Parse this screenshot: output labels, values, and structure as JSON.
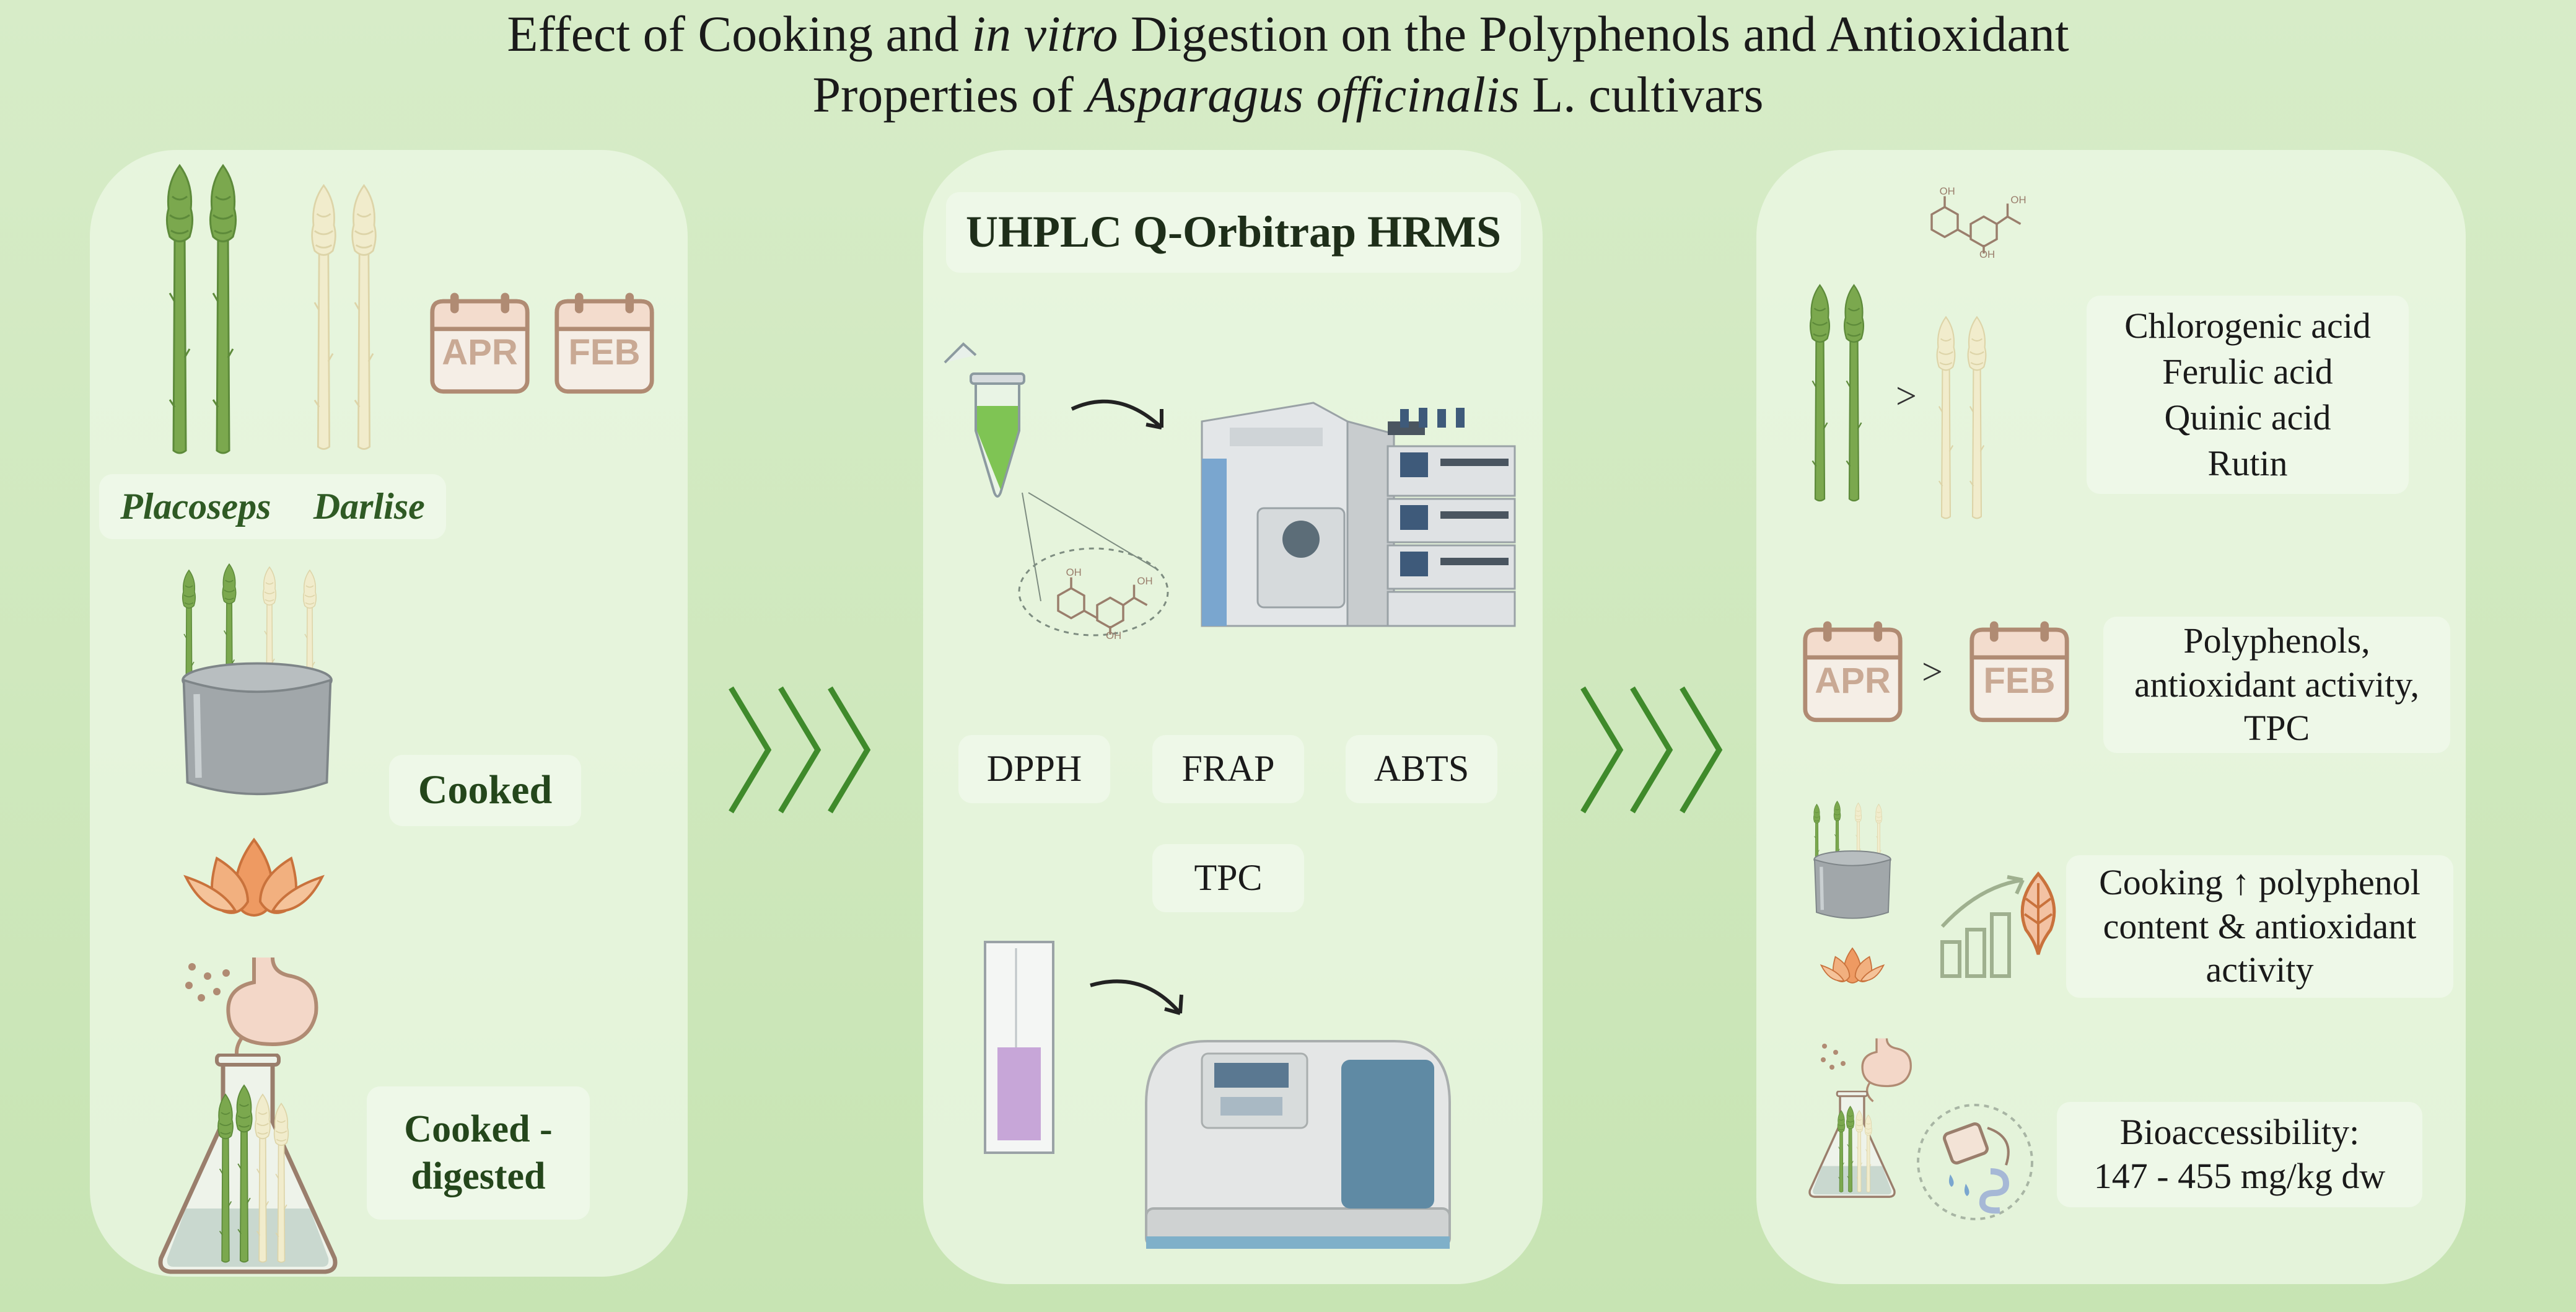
{
  "title": {
    "line1_a": "Effect of Cooking and ",
    "line1_italic": "in vitro",
    "line1_b": " Digestion on the Polyphenols and Antioxidant",
    "line2_a": "Properties of ",
    "line2_italic": "Asparagus officinalis",
    "line2_b": " L. cultivars"
  },
  "left_panel": {
    "cultivar_1": "Placoseps",
    "cultivar_2": "Darlise",
    "calendar_1": "APR",
    "calendar_2": "FEB",
    "cooked_label": "Cooked",
    "digested_label": "Cooked - digested"
  },
  "middle_panel": {
    "instrument_label": "UHPLC Q-Orbitrap HRMS",
    "assays": [
      "DPPH",
      "FRAP",
      "ABTS",
      "TPC"
    ]
  },
  "right_panel": {
    "compounds": [
      "Chlorogenic acid",
      "Ferulic acid",
      "Quinic acid",
      "Rutin"
    ],
    "calendar_1": "APR",
    "calendar_2": "FEB",
    "gt_symbol": ">",
    "season_result": [
      "Polyphenols,",
      "antioxidant activity,",
      "TPC"
    ],
    "cooking_result": [
      "Cooking ↑ polyphenol",
      "content & antioxidant",
      "activity"
    ],
    "bioaccessibility": [
      "Bioaccessibility:",
      "147 - 455 mg/kg dw"
    ]
  },
  "colors": {
    "background": "#cfe8bd",
    "panel": "#ecf7e4",
    "green_asparagus": "#7ba84e",
    "white_asparagus": "#f1eccc",
    "arrow": "#3f8a2b",
    "calendar": "#b08b73",
    "flame": "#ee9a62",
    "pot": "#9aa0a3"
  }
}
